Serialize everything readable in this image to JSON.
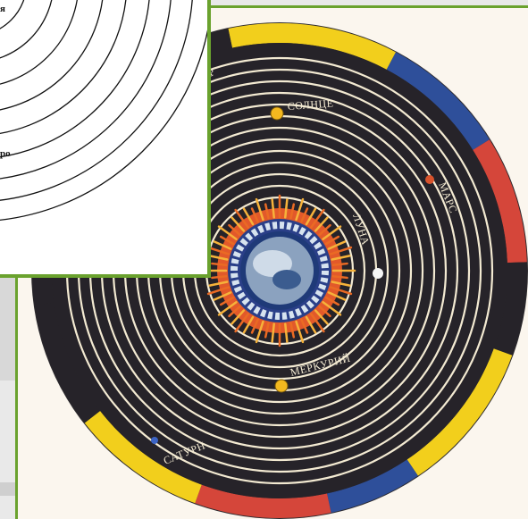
{
  "main_diagram": {
    "labels": {
      "sun": "СОЛНЦЕ",
      "mars": "МАРС",
      "moon": "ЛУНА",
      "mercury": "МЕРКУРИЙ",
      "saturn": "САТУРН",
      "top_fragment": "Р"
    },
    "colors": {
      "yellow": "#f2cf1c",
      "blue": "#2e4f9a",
      "red": "#d5463a",
      "dark": "#262329",
      "orbit": "#f3ead2",
      "frame": "#6aa22e"
    }
  },
  "inset_diagram": {
    "labels": {
      "top_fragment": "я",
      "mid_fragment": "ро"
    }
  }
}
